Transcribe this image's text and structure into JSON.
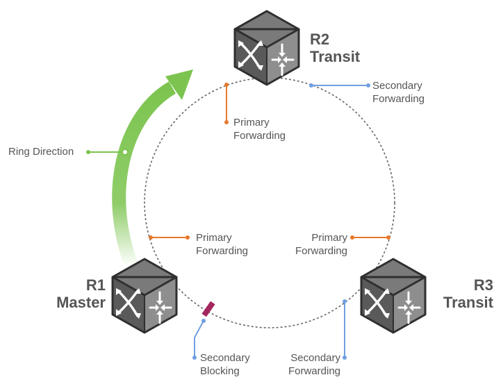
{
  "diagram": {
    "ring_direction_label": "Ring Direction",
    "nodes": [
      {
        "id": "R1",
        "name": "R1",
        "role": "Master"
      },
      {
        "id": "R2",
        "name": "R2",
        "role": "Transit"
      },
      {
        "id": "R3",
        "name": "R3",
        "role": "Transit"
      }
    ],
    "ports": {
      "r2_primary": {
        "line1": "Primary",
        "line2": "Forwarding"
      },
      "r2_secondary": {
        "line1": "Secondary",
        "line2": "Forwarding"
      },
      "r1_primary": {
        "line1": "Primary",
        "line2": "Forwarding"
      },
      "r3_primary": {
        "line1": "Primary",
        "line2": "Forwarding"
      },
      "r1_secondary": {
        "line1": "Secondary",
        "line2": "Blocking"
      },
      "r3_secondary": {
        "line1": "Secondary",
        "line2": "Forwarding"
      }
    },
    "colors": {
      "primary_port": "#e8782a",
      "secondary_port": "#6f9fe0",
      "blocked_port": "#a3275e",
      "ring_arrow": "#7cc44f",
      "ring_line": "#666666",
      "text": "#555555"
    }
  }
}
